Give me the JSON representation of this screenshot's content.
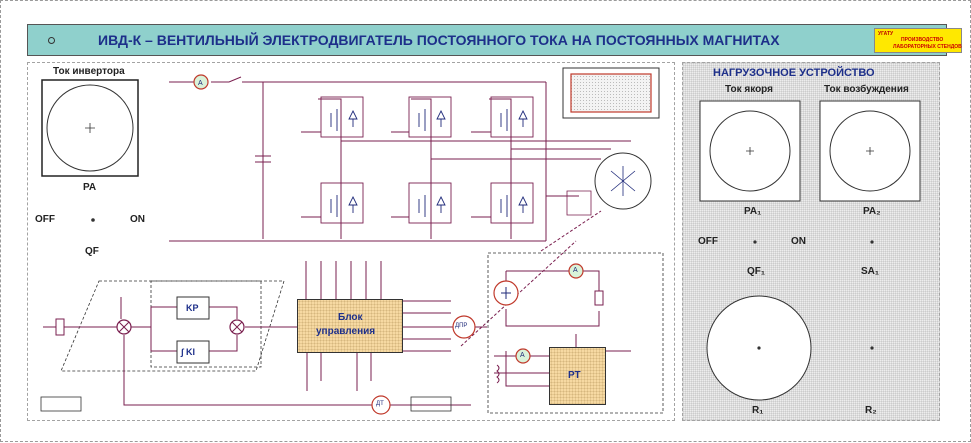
{
  "header": {
    "title": "ИВД-К – ВЕНТИЛЬНЫЙ ЭЛЕКТРОДВИГАТЕЛЬ ПОСТОЯННОГО ТОКА НА ПОСТОЯННЫХ МАГНИТАХ",
    "logo_line1": "ПРОИЗВОДСТВО",
    "logo_line2": "ЛАБОРАТОРНЫХ СТЕНДОВ",
    "logo_brand": "УГАТУ"
  },
  "inverter_current": {
    "title": "Ток инвертора",
    "meter_label": "PA"
  },
  "switch_qf": {
    "off": "OFF",
    "on": "ON",
    "label": "QF"
  },
  "control": {
    "kp": "KP",
    "ki": "∫ KI",
    "block_line1": "Блок",
    "block_line2": "управления",
    "dpr": "ДПР",
    "dt": "ДТ",
    "rt": "РТ",
    "ammeter": "A"
  },
  "load_device": {
    "title": "НАГРУЗОЧНОЕ УСТРОЙСТВО",
    "armature_current": "Ток якоря",
    "excitation_current": "Ток возбуждения",
    "pa_armature": "PA₁",
    "pa_excitation": "PA₂",
    "off": "OFF",
    "on": "ON",
    "qf": "QF₁",
    "sa": "SA₁",
    "r_left": "R₁",
    "r_right": "R₂"
  },
  "colors": {
    "title_bg": "#8fd0cc",
    "title_text": "#1d2f8a",
    "wire": "#7a1f4f",
    "block_fill": "#f6d9a2",
    "meter_border": "#c0392b",
    "meter_fill": "#d9f2d9",
    "load_bg": "#ededed"
  }
}
